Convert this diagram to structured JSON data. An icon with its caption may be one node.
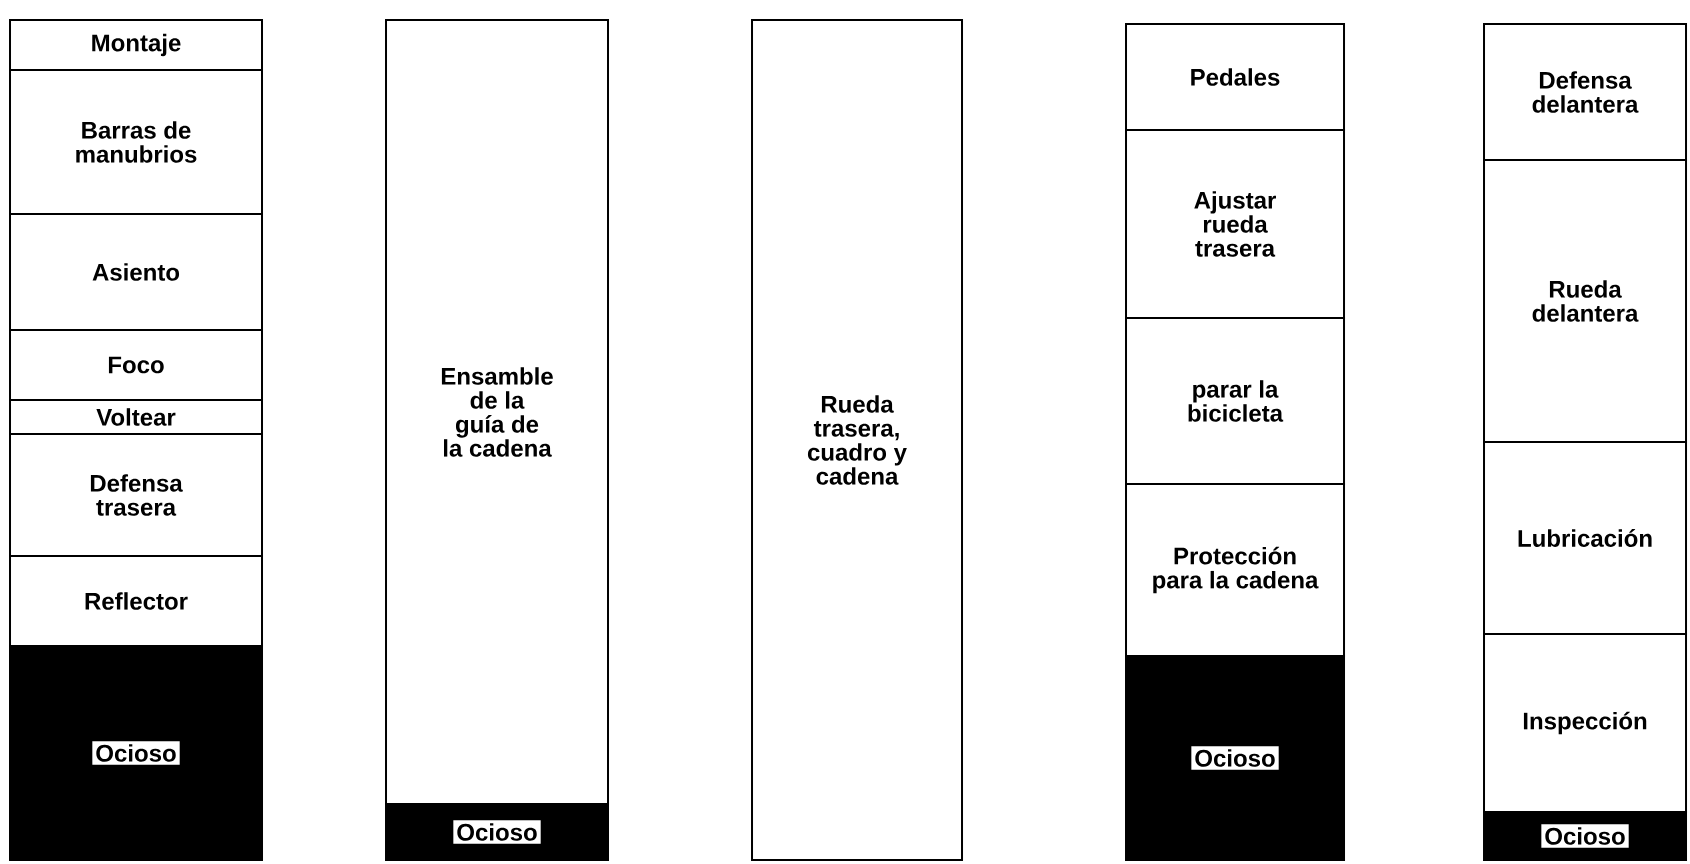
{
  "diagram": {
    "nodes": [
      {
        "text": [
          "Montaje"
        ]
      },
      {
        "text": [
          "Barras de manubrios"
        ]
      },
      {
        "text": [
          "Asiento"
        ]
      },
      {
        "text": [
          "Foco"
        ]
      },
      {
        "text": [
          "Voltear"
        ]
      },
      {
        "text": [
          "Defensa trasera"
        ]
      },
      {
        "text": [
          "Reflector"
        ]
      },
      {
        "text": [
          "Ocioso"
        ]
      },
      {
        "text": [
          "Ensamble de la guía de la cadena"
        ]
      },
      {
        "text": [
          "Ocioso"
        ]
      },
      {
        "text": [
          "Rueda trasera, cuadro y cadena"
        ]
      },
      {
        "text": [
          "Pedales"
        ]
      },
      {
        "text": [
          "Ajustar rueda trasera"
        ]
      },
      {
        "text": [
          "parar la bicicleta"
        ]
      },
      {
        "text": [
          "Protección para la cadena"
        ]
      },
      {
        "text": [
          "Ocioso"
        ]
      },
      {
        "text": [
          "Defensa delantera"
        ]
      },
      {
        "text": [
          "Rueda delantera"
        ]
      },
      {
        "text": [
          "Lubricación"
        ]
      },
      {
        "text": [
          "Inspección"
        ]
      },
      {
        "text": [
          "Ocioso"
        ]
      }
    ]
  }
}
